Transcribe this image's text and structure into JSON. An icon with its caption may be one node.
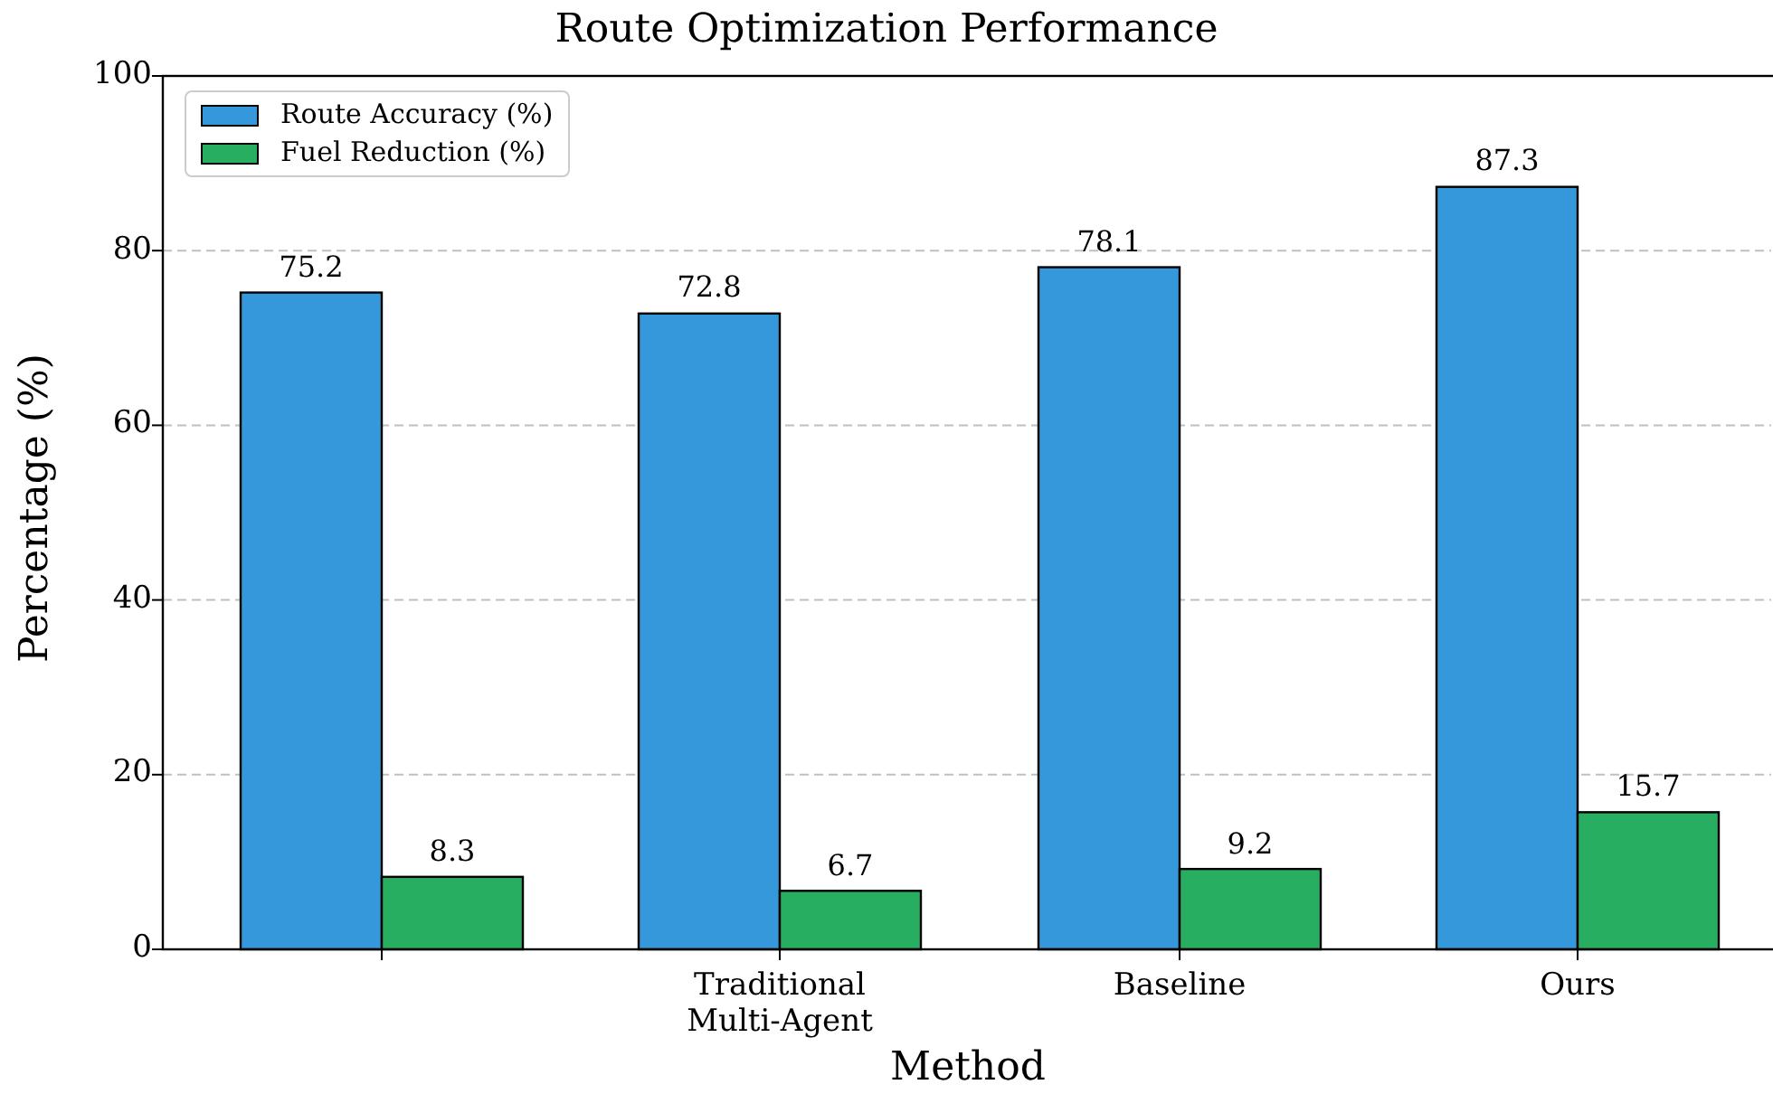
{
  "diagram": {
    "chart_data": {
      "type": "bar",
      "title": "Route Optimization Performance",
      "xlabel": "Method",
      "ylabel": "Percentage (%)",
      "categories": [
        null,
        "Traditional Multi-Agent",
        "Baseline",
        "Ours"
      ],
      "series": [
        {
          "name": "Route Accuracy (%)",
          "color": "#3498db",
          "values": [
            75.2,
            72.8,
            78.1,
            87.3
          ]
        },
        {
          "name": "Fuel Reduction (%)",
          "color": "#27ae60",
          "values": [
            8.3,
            6.7,
            9.2,
            15.7
          ]
        }
      ],
      "ylim": [
        0,
        100
      ],
      "grid": true,
      "legend": "upper left",
      "yticks": [
        0,
        20,
        40,
        60,
        80,
        100
      ],
      "data_labels": true
    }
  }
}
